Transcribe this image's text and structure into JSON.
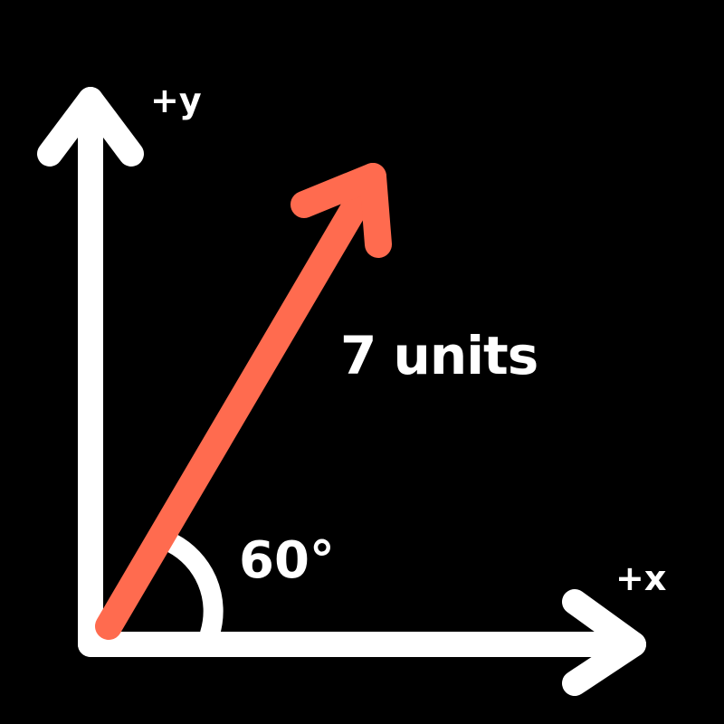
{
  "axes": {
    "y_label": "+y",
    "x_label": "+x",
    "axis_color": "#ffffff"
  },
  "vector": {
    "magnitude_label": "7 units",
    "angle_label": "60°",
    "color": "#ff6b4f"
  },
  "background_color": "#000000"
}
